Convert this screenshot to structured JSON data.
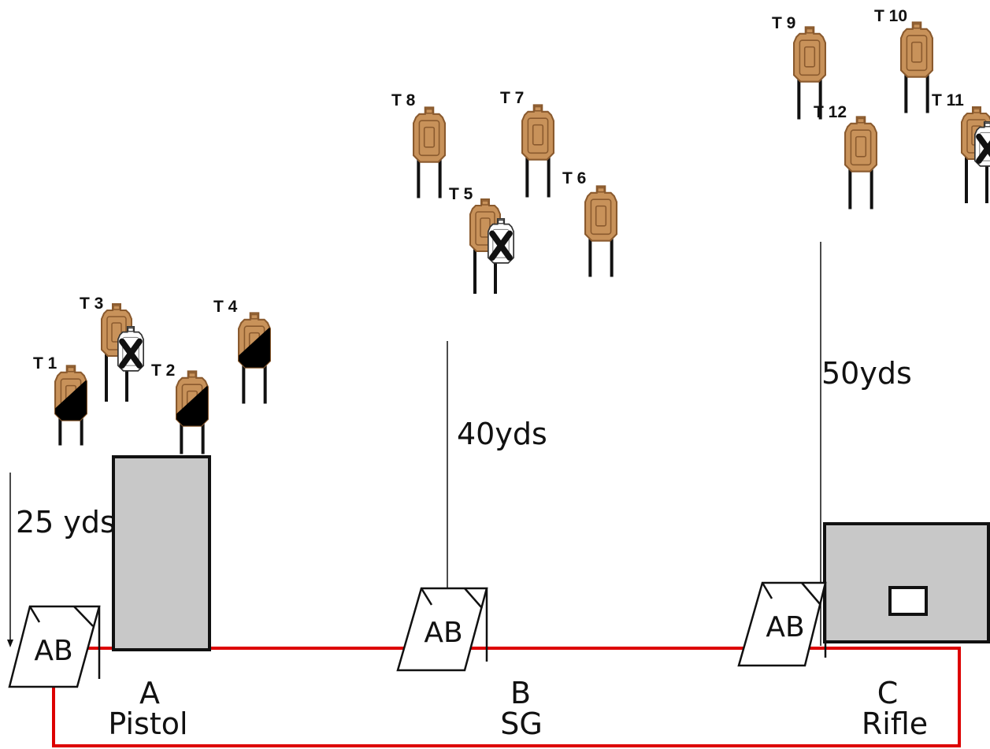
{
  "colors": {
    "target": "#c8925a",
    "target_dark": "#8a5a2e",
    "no_shoot": "#ffffff",
    "hard_cover": "#000000",
    "course_line": "#dd0000",
    "barrier_fill": "#c8c8c8"
  },
  "targets": [
    {
      "label": "T 1",
      "icon": "target-half-hard-cover"
    },
    {
      "label": "T 2",
      "icon": "target-half-hard-cover"
    },
    {
      "label": "T 3",
      "icon": "target-with-no-shoot"
    },
    {
      "label": "T 4",
      "icon": "target-half-hard-cover"
    },
    {
      "label": "T 5",
      "icon": "target-with-no-shoot"
    },
    {
      "label": "T 6",
      "icon": "target"
    },
    {
      "label": "T 7",
      "icon": "target"
    },
    {
      "label": "T 8",
      "icon": "target"
    },
    {
      "label": "T 9",
      "icon": "target"
    },
    {
      "label": "T 10",
      "icon": "target"
    },
    {
      "label": "T 11",
      "icon": "target-with-no-shoot"
    },
    {
      "label": "T 12",
      "icon": "target"
    }
  ],
  "distances": {
    "a": "25 yds",
    "b": "40yds",
    "c": "50yds"
  },
  "stations": [
    {
      "letter": "A",
      "name": "Pistol"
    },
    {
      "letter": "B",
      "name": "SG"
    },
    {
      "letter": "C",
      "name": "Rifle"
    }
  ],
  "ab_label": "AB"
}
